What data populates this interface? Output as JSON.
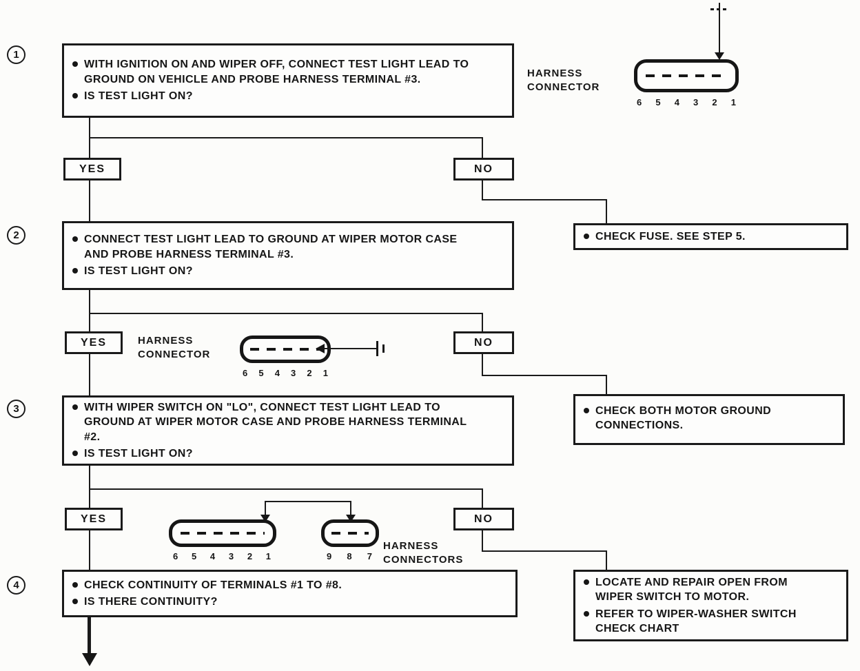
{
  "palette": {
    "ink": "#161616",
    "paper": "#fcfcfa"
  },
  "flow": {
    "yes_label": "YES",
    "no_label": "NO"
  },
  "steps": [
    {
      "number": "1",
      "bullets": [
        "WITH IGNITION ON AND WIPER OFF, CONNECT TEST LIGHT LEAD TO GROUND ON VEHICLE AND PROBE HARNESS TERMINAL #3.",
        "IS TEST LIGHT ON?"
      ]
    },
    {
      "number": "2",
      "bullets": [
        "CONNECT TEST LIGHT LEAD TO GROUND AT WIPER MOTOR CASE AND PROBE HARNESS TERMINAL #3.",
        "IS TEST LIGHT ON?"
      ]
    },
    {
      "number": "3",
      "bullets": [
        "WITH WIPER SWITCH ON \"LO\", CONNECT TEST LIGHT LEAD TO GROUND AT WIPER MOTOR CASE AND PROBE HARNESS TERMINAL #2.",
        "IS TEST LIGHT ON?"
      ]
    },
    {
      "number": "4",
      "bullets": [
        "CHECK CONTINUITY OF TERMINALS #1 TO #8.",
        "IS THERE CONTINUITY?"
      ]
    }
  ],
  "results": [
    {
      "bullets": [
        "CHECK FUSE. SEE STEP 5."
      ]
    },
    {
      "bullets": [
        "CHECK BOTH MOTOR GROUND CONNECTIONS."
      ]
    },
    {
      "bullets": [
        "LOCATE AND REPAIR OPEN FROM WIPER SWITCH TO MOTOR.",
        "REFER TO WIPER-WASHER SWITCH CHECK CHART"
      ]
    }
  ],
  "connectors": {
    "top": {
      "label": [
        "HARNESS",
        "CONNECTOR"
      ],
      "pins": [
        "6",
        "5",
        "4",
        "3",
        "2",
        "1"
      ]
    },
    "middle": {
      "label": [
        "HARNESS",
        "CONNECTOR"
      ],
      "pins": [
        "6",
        "5",
        "4",
        "3",
        "2",
        "1"
      ]
    },
    "bottom": {
      "label": [
        "HARNESS",
        "CONNECTORS"
      ],
      "pins_left": [
        "6",
        "5",
        "4",
        "3",
        "2",
        "1"
      ],
      "pins_right": [
        "9",
        "8",
        "7"
      ]
    }
  }
}
